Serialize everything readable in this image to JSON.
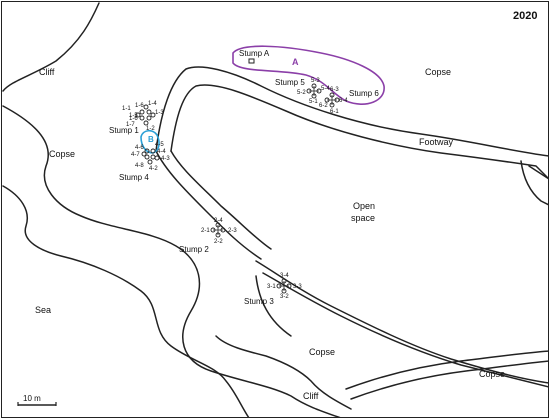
{
  "year": "2020",
  "colors": {
    "zone_a": "#8b3fa8",
    "zone_b": "#2a9fd6",
    "ink": "#222222"
  },
  "areas": {
    "cliff_top": "Cliff",
    "cliff_bottom": "Cliff",
    "copse_left": "Copse",
    "copse_top_right": "Copse",
    "copse_bottom_mid": "Copse",
    "copse_bottom_right": "Copse",
    "sea": "Sea",
    "open_space_line1": "Open",
    "open_space_line2": "space",
    "footway": "Footway"
  },
  "zones": {
    "a": "A",
    "b": "B"
  },
  "stumps": {
    "a": "Stump A",
    "s1": {
      "name": "Stump 1",
      "traps": [
        "1-1",
        "1-6",
        "1-4",
        "1-5",
        "1-3",
        "1-6",
        "1-7",
        "1-2"
      ]
    },
    "s2": {
      "name": "Stump 2",
      "traps": [
        "2-4",
        "2-1",
        "2-3",
        "2-2"
      ]
    },
    "s3": {
      "name": "Stump 3",
      "traps": [
        "3-4",
        "3-1",
        "3-3",
        "3-2"
      ]
    },
    "s4": {
      "name": "Stump 4",
      "traps": [
        "4-6",
        "4-5",
        "4-7",
        "4-4",
        "4-3",
        "4-8",
        "4-2"
      ]
    },
    "s5": {
      "name": "Stump 5",
      "traps": [
        "5-3",
        "5-2",
        "5-4",
        "5-1"
      ]
    },
    "s6": {
      "name": "Stump 6",
      "traps": [
        "6-3",
        "6-4",
        "6-2",
        "6-1"
      ]
    }
  },
  "scale_bar": "10 m"
}
